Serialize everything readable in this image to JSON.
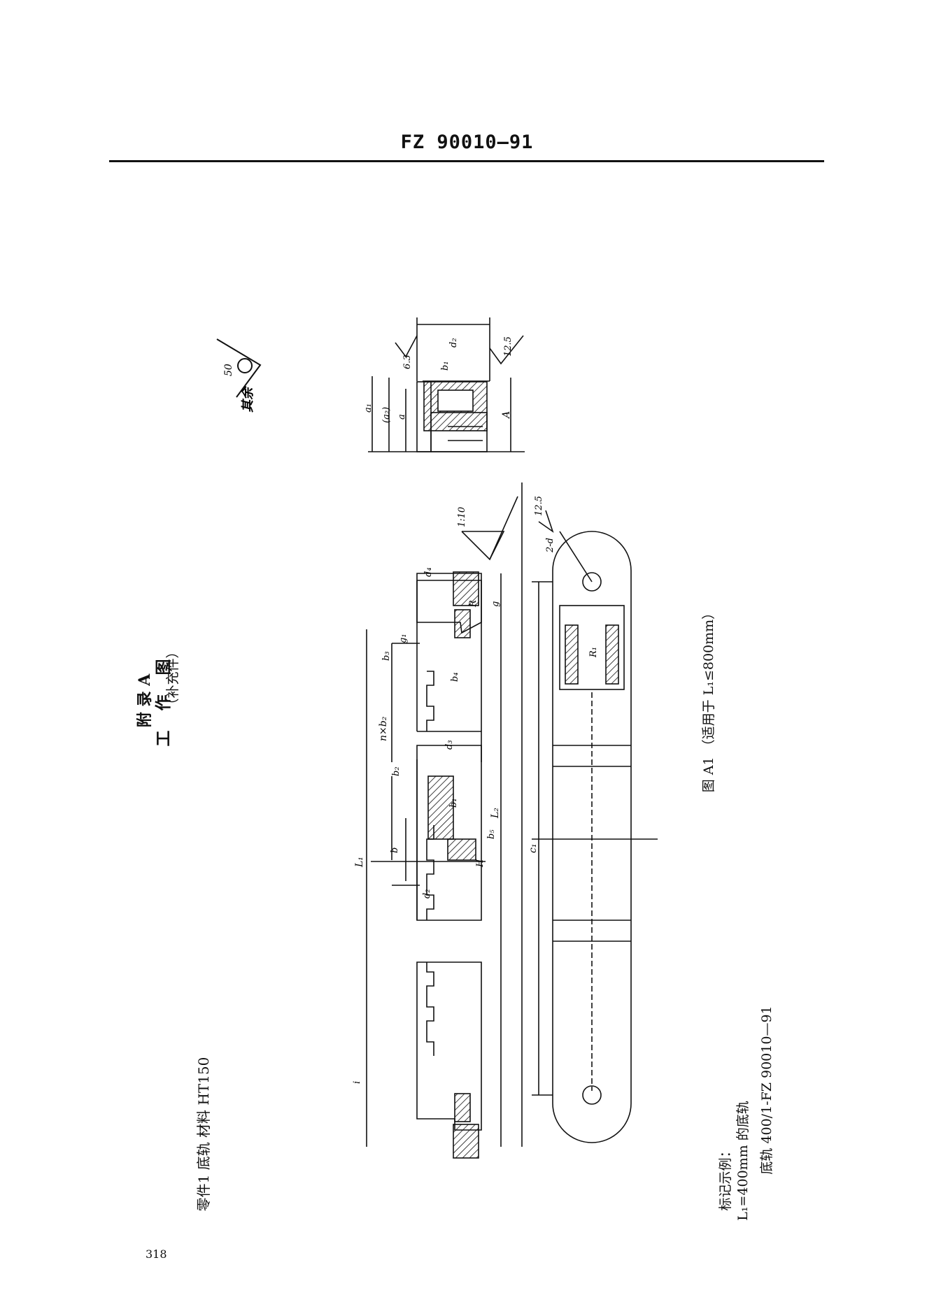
{
  "header": {
    "standard_code": "FZ 90010—91"
  },
  "appendix": {
    "title": "附 录 A",
    "subtitle": "工 作 图",
    "note": "（补充件）"
  },
  "part_info": "零件1  底轨  材料  HT150",
  "figure_caption": "图 A1 （适用于 L₁≤800mm）",
  "surface_finish": {
    "general": "50",
    "general_label": "其余",
    "values": [
      "6.3",
      "12.5",
      "12.5"
    ]
  },
  "dimension_labels": {
    "section": [
      "a₁",
      "(a₂)",
      "a",
      "b₁",
      "d₂",
      "A"
    ],
    "elevation": [
      "L₁",
      "L₂",
      "n×b₂",
      "b₂",
      "b₃",
      "b₄",
      "b",
      "b₁",
      "b₅",
      "g₁",
      "d₂",
      "d₃",
      "d₄",
      "R",
      "g",
      "i",
      "H",
      "1:10"
    ],
    "plan": [
      "c₁",
      "2-d",
      "R₁"
    ]
  },
  "marking_example": {
    "title": "标记示例：",
    "line1": "L₁=400mm 的底轨",
    "line2": "底轨  400/1-FZ 90010—91"
  },
  "page_number": "318"
}
